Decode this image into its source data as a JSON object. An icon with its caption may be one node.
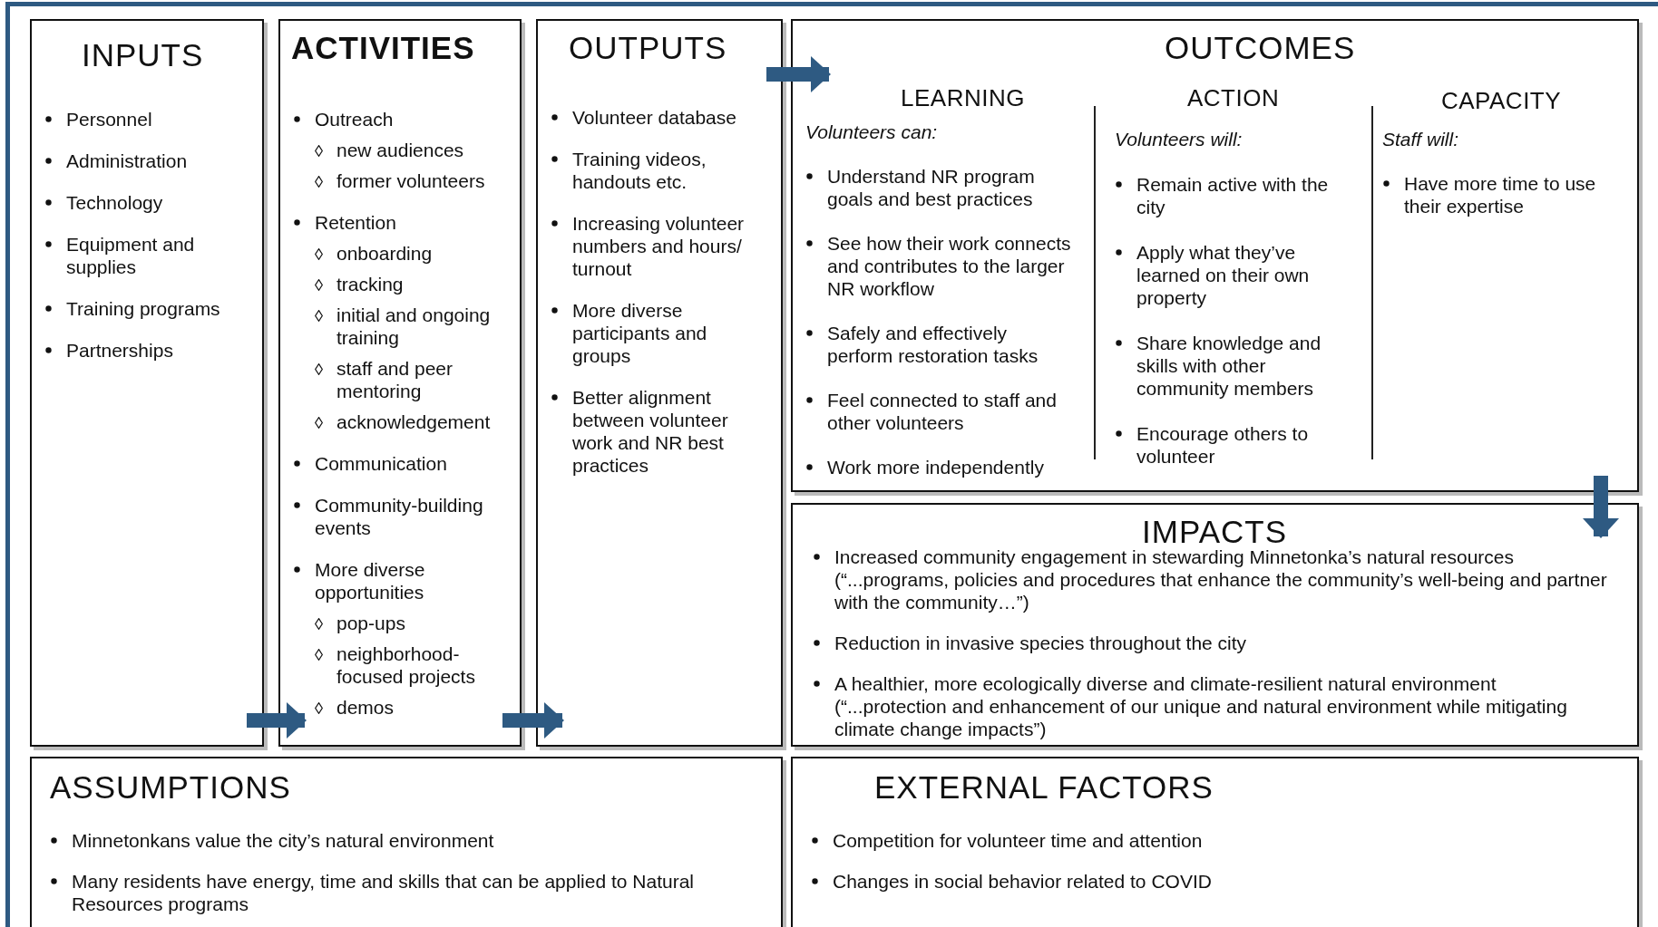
{
  "diagram": {
    "nodes": [
      {
        "text": [
          "INPUTS",
          "Personnel",
          "Administration",
          "Technology",
          "Equipment and supplies",
          "Training programs",
          "Partnerships"
        ]
      },
      {
        "text": [
          "ACTIVITIES",
          "Outreach",
          "new audiences",
          "former volunteers",
          "Retention",
          "onboarding",
          "tracking",
          "initial and ongoing training",
          "staff and peer mentoring",
          "acknowledgement",
          "Communication",
          "Community-building events",
          "More diverse opportunities",
          "pop-ups",
          "neighborhood-focused projects",
          "demos"
        ]
      },
      {
        "text": [
          "OUTPUTS",
          "Volunteer database",
          "Training videos, handouts etc.",
          "Increasing volunteer numbers and hours/ turnout",
          "More diverse participants and groups",
          "Better alignment between volunteer work and NR best practices"
        ]
      },
      {
        "text": [
          "OUTCOMES"
        ]
      },
      {
        "text": [
          "LEARNING",
          "Volunteers can:",
          "Understand NR program goals and best practices",
          "See how their work connects and contributes to the larger NR workflow",
          "Safely and effectively perform restoration tasks",
          "Feel connected to staff and other volunteers",
          "Work more independently"
        ],
        "in": 3
      },
      {
        "text": [
          "ACTION",
          "Volunteers will:",
          "Remain active with the city",
          "Apply what they’ve learned on their own property",
          "Share knowledge and skills with other community members",
          "Encourage others to volunteer"
        ],
        "in": 3
      },
      {
        "text": [
          "CAPACITY",
          "Staff will:",
          "Have more time to use their expertise"
        ],
        "in": 3
      },
      {
        "text": [
          "IMPACTS",
          "Increased community engagement in stewarding Minnetonka’s natural resources (“...programs, policies and procedures that enhance the community’s well-being and partner with the community…”)",
          "Reduction in invasive species throughout the city",
          "A healthier, more ecologically diverse and climate-resilient natural environment (“...protection and enhancement of our unique and natural environment while mitigating climate change impacts”)"
        ]
      },
      {
        "text": [
          "ASSUMPTIONS",
          "Minnetonkans value the city’s natural environment",
          "Many residents have energy, time and skills that can be applied to Natural Resources programs"
        ]
      },
      {
        "text": [
          "EXTERNAL FACTORS",
          "Competition for volunteer time and attention",
          "Changes in social behavior related to COVID"
        ]
      }
    ],
    "edges": [
      {
        "from": 0,
        "to": 1,
        "arrow": "to"
      },
      {
        "from": 1,
        "to": 2,
        "arrow": "to"
      },
      {
        "from": 2,
        "to": 3,
        "arrow": "to"
      },
      {
        "from": 3,
        "to": 7,
        "arrow": "to"
      }
    ]
  }
}
